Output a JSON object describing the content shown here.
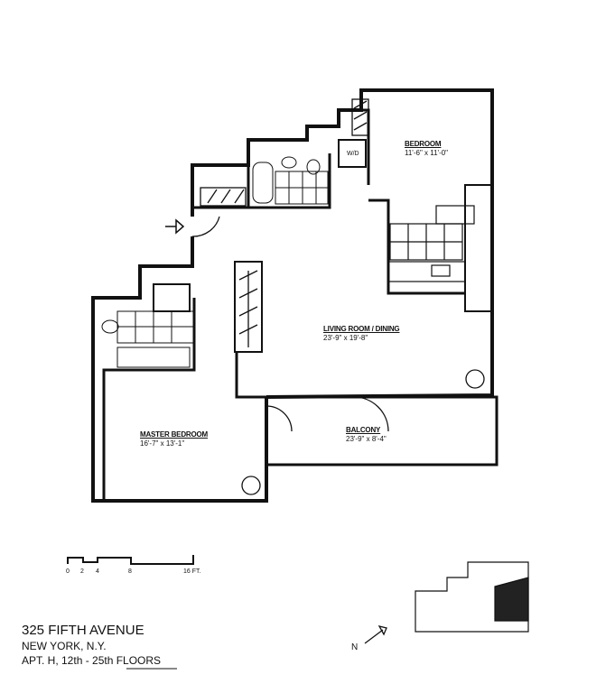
{
  "rooms": {
    "bedroom": {
      "name": "Bedroom",
      "dims": "11'-6\" x 11'-0\""
    },
    "wd": {
      "name": "W/D"
    },
    "living": {
      "name": "Living Room / Dining",
      "dims": "23'-9\" x 19'-8\""
    },
    "balcony": {
      "name": "Balcony",
      "dims": "23'-9\" x 8'-4\""
    },
    "master": {
      "name": "Master Bedroom",
      "dims": "16'-7\" x 13'-1\""
    }
  },
  "scale": {
    "ticks": [
      "0",
      "2",
      "4",
      "8",
      "16 FT."
    ]
  },
  "north": "N",
  "address": {
    "line1": "325 FIFTH AVENUE",
    "line2": "NEW YORK, N.Y.",
    "line3": "APT. H, 12th - 25th FLOORS"
  }
}
